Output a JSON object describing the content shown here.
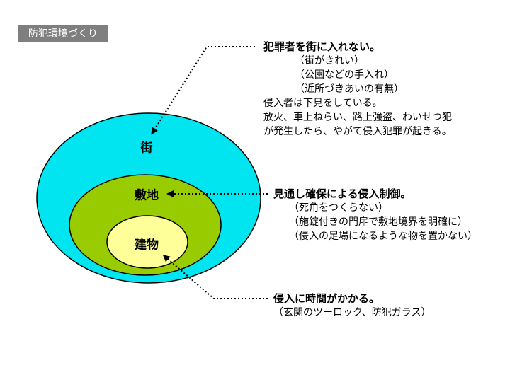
{
  "badge": "防犯環境づくり",
  "rings": {
    "outer": {
      "label": "街",
      "color": "#00e5f0"
    },
    "middle": {
      "label": "敷地",
      "color": "#99cc00"
    },
    "inner": {
      "label": "建物",
      "color": "#ffff99"
    }
  },
  "street_block": {
    "heading": "犯罪者を街に入れない。",
    "sub": [
      "（街がきれい）",
      "（公園などの手入れ）",
      "（近所づきあいの有無）"
    ],
    "lines": [
      "侵入者は下見をしている。",
      "放火、車上ねらい、路上強盗、わいせつ犯",
      "が発生したら、やがて侵入犯罪が起きる。"
    ]
  },
  "site_block": {
    "heading": "見通し確保による侵入制御。",
    "sub": [
      "（死角をつくらない）",
      "（施錠付きの門扉で敷地境界を明確に）",
      "（侵入の足場になるような物を置かない）"
    ]
  },
  "building_block": {
    "heading": "侵入に時間がかかる。",
    "sub": [
      "（玄関のツーロック、防犯ガラス）"
    ]
  }
}
